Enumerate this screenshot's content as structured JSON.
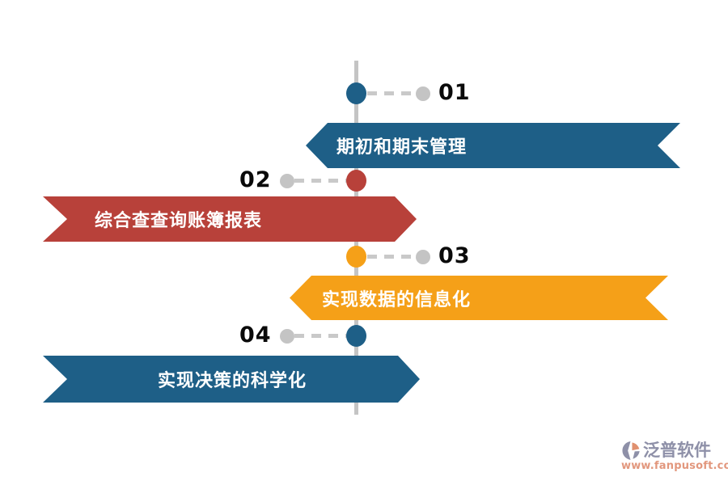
{
  "timeline": {
    "axis_color": "#c4c4c4",
    "number_color": "#0a0a0a",
    "label_color": "#ffffff",
    "items": [
      {
        "number": "01",
        "label": "期初和期末管理",
        "color": "#1e5f87",
        "side": "right"
      },
      {
        "number": "02",
        "label": "综合查查询账簿报表",
        "color": "#b8413a",
        "side": "left"
      },
      {
        "number": "03",
        "label": "实现数据的信息化",
        "color": "#f5a018",
        "side": "right"
      },
      {
        "number": "04",
        "label": "实现决策的科学化",
        "color": "#1e5f87",
        "side": "left"
      }
    ]
  },
  "watermark": {
    "brand": "泛普软件",
    "url": "www.fanpusoft.com",
    "brand_color": "#8e90a8",
    "url_color": "#e2977d"
  }
}
